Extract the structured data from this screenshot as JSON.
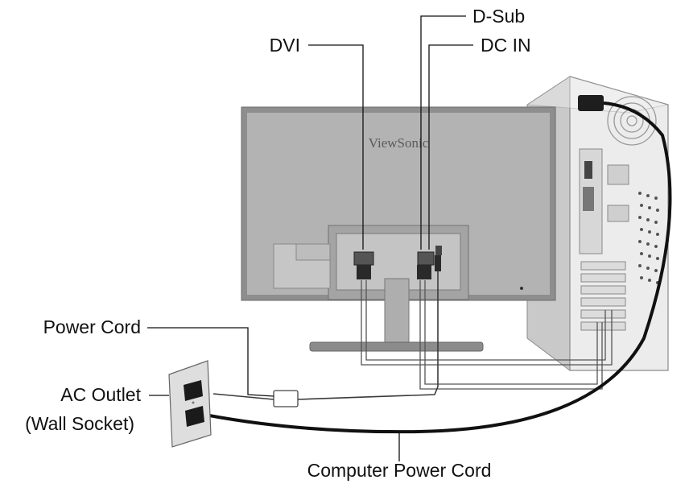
{
  "diagram": {
    "labels": {
      "d_sub": "D-Sub",
      "dvi": "DVI",
      "dc_in": "DC IN",
      "power_cord": "Power Cord",
      "ac_outlet": "AC Outlet",
      "wall_socket": "(Wall Socket)",
      "computer_power_cord": "Computer Power Cord"
    },
    "monitor_brand": "ViewSonic"
  },
  "colors": {
    "monitor_body": "#9a9a9a",
    "monitor_panel": "#b8b8b8",
    "pc_case": "#e6e6e6",
    "cable": "#3a3a3a",
    "outlet": "#dcdcdc"
  }
}
